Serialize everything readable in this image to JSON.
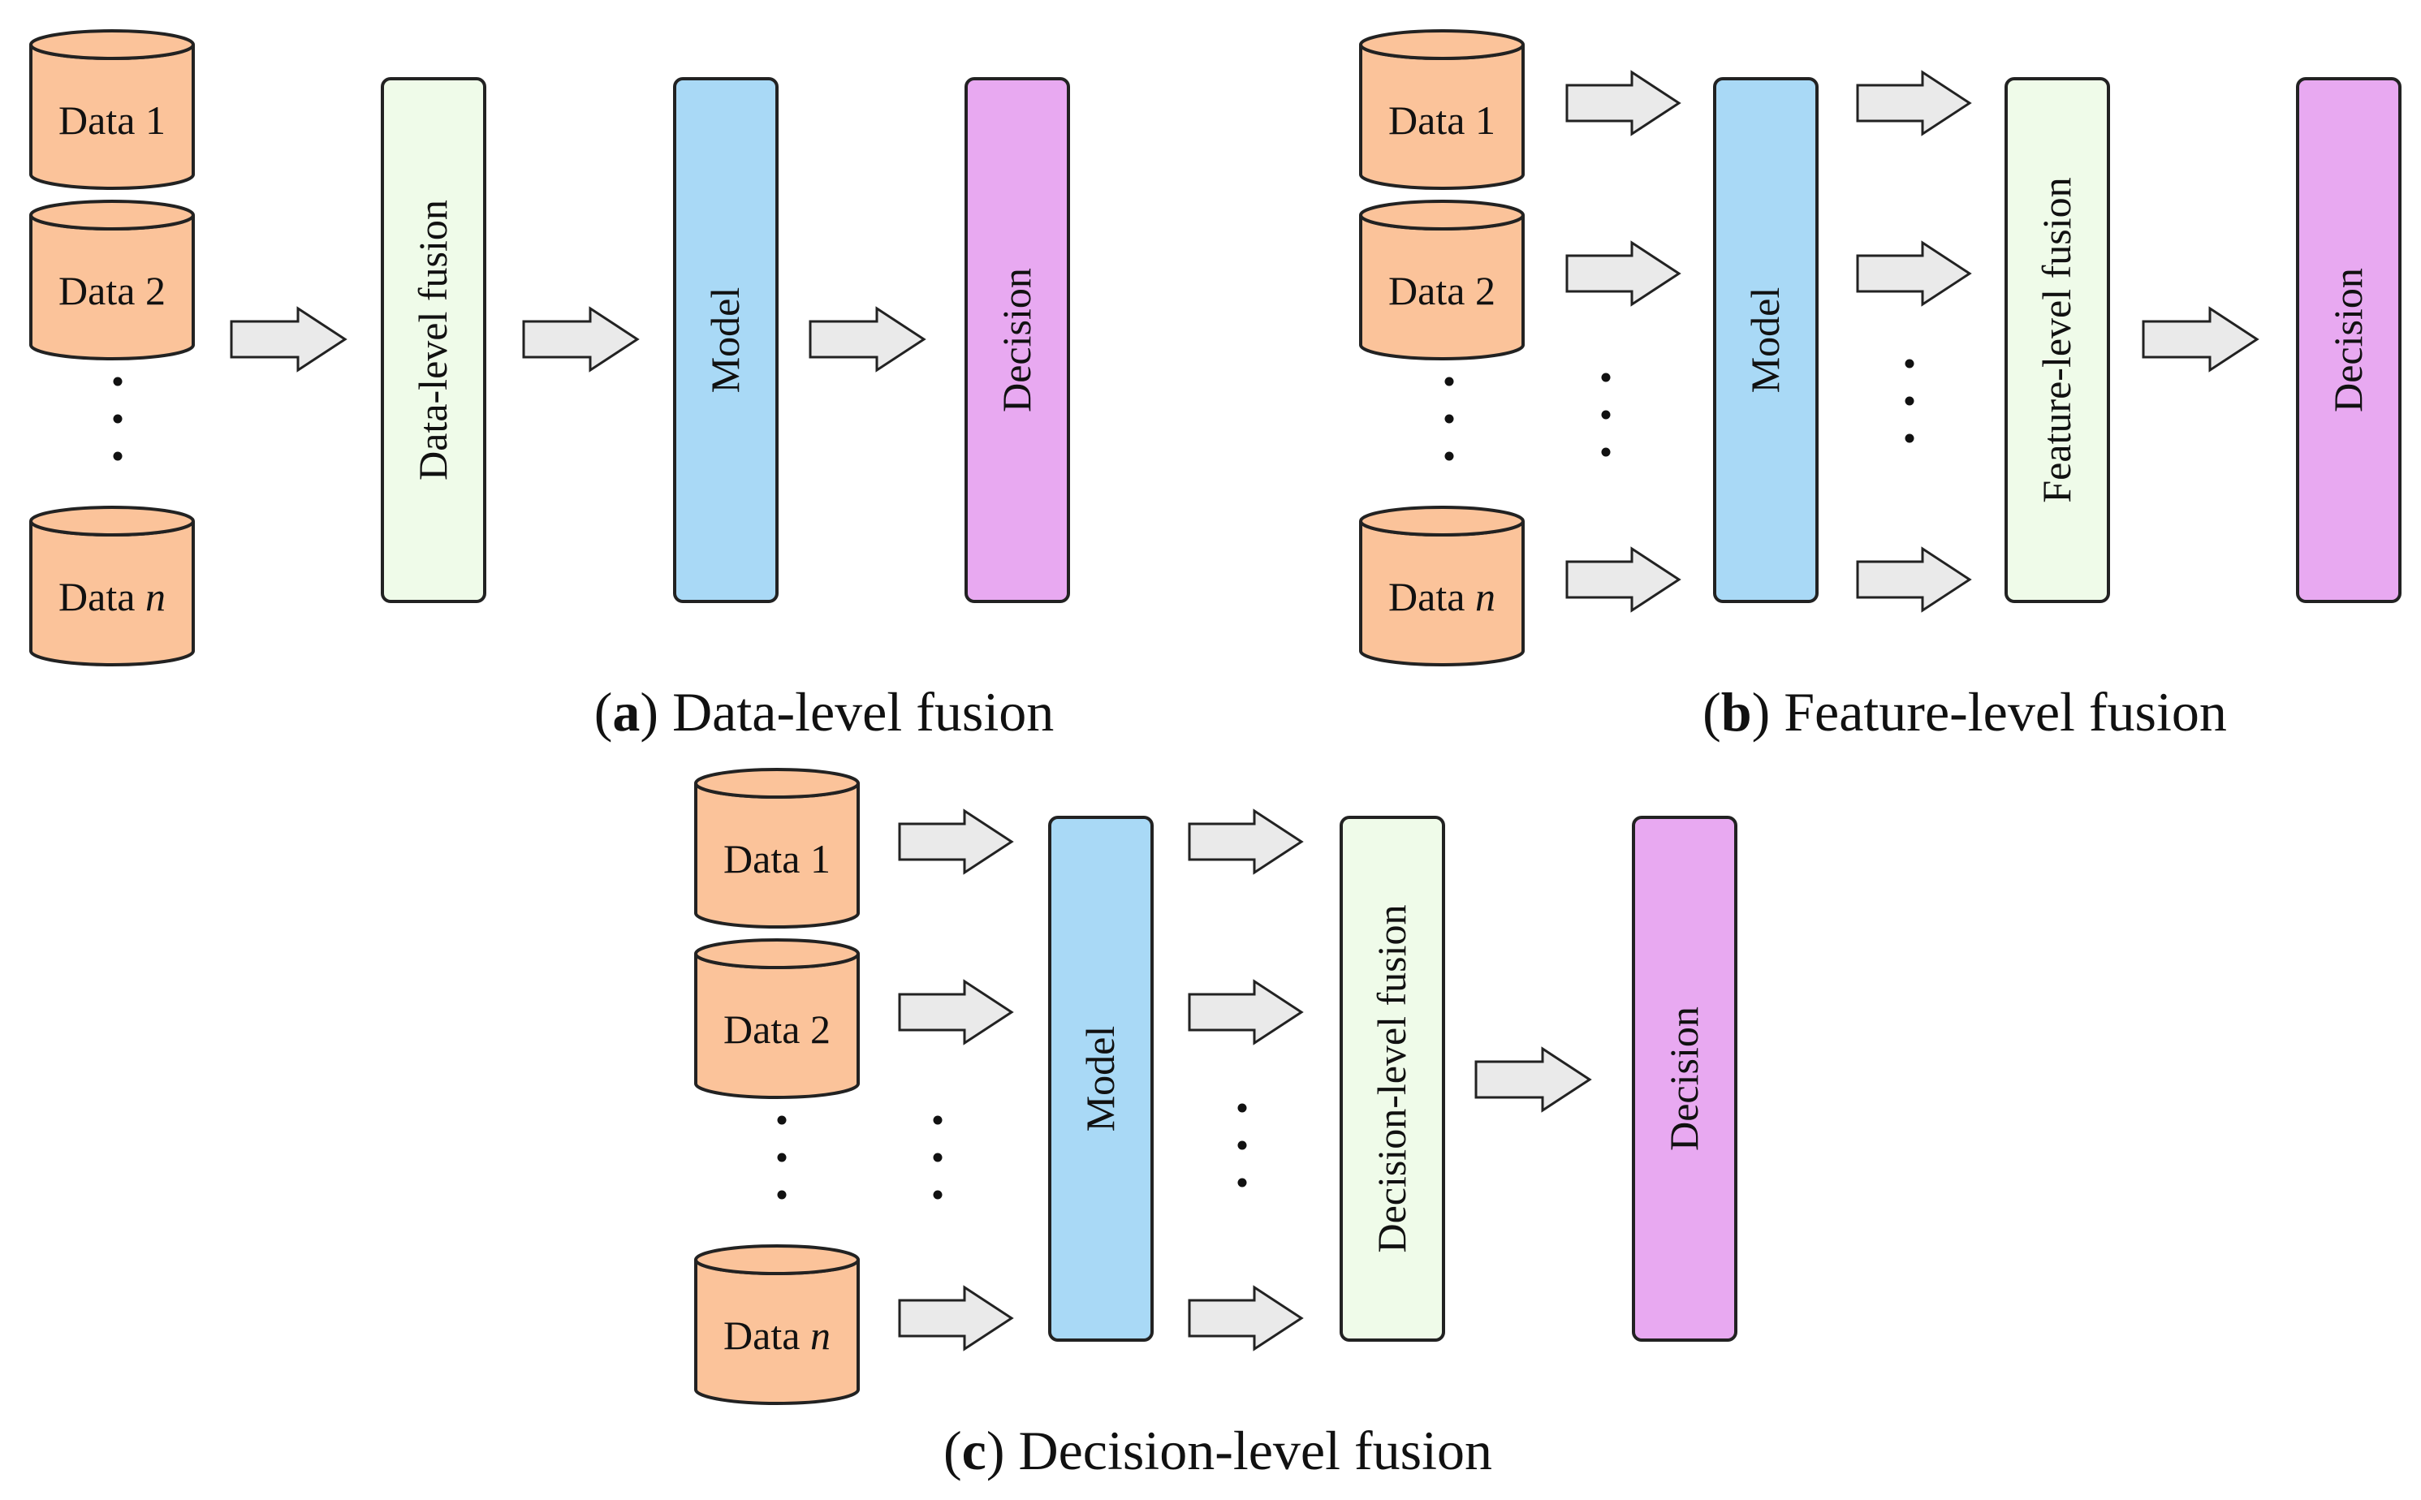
{
  "colors": {
    "cylinder_fill": "#fbc39a",
    "data_fusion_fill": "#effbe9",
    "model_fill": "#a9d9f6",
    "decision_fill": "#e8a9f1",
    "arrow_fill": "#eaeaea",
    "stroke": "#222222"
  },
  "panels": [
    {
      "id": "a",
      "caption_letter": "a",
      "caption_text": "Data-level fusion",
      "inputs": [
        {
          "label": "Data",
          "index": "1",
          "italic_index": false
        },
        {
          "label": "Data",
          "index": "2",
          "italic_index": false
        },
        {
          "label": "Data",
          "index": "n",
          "italic_index": true
        }
      ],
      "blocks": [
        {
          "label": "Data-level fusion",
          "kind": "fusion"
        },
        {
          "label": "Model",
          "kind": "model"
        },
        {
          "label": "Decision",
          "kind": "decision"
        }
      ]
    },
    {
      "id": "b",
      "caption_letter": "b",
      "caption_text": "Feature-level fusion",
      "inputs": [
        {
          "label": "Data",
          "index": "1",
          "italic_index": false
        },
        {
          "label": "Data",
          "index": "2",
          "italic_index": false
        },
        {
          "label": "Data",
          "index": "n",
          "italic_index": true
        }
      ],
      "blocks": [
        {
          "label": "Model",
          "kind": "model"
        },
        {
          "label": "Feature-level fusion",
          "kind": "fusion"
        },
        {
          "label": "Decision",
          "kind": "decision"
        }
      ]
    },
    {
      "id": "c",
      "caption_letter": "c",
      "caption_text": "Decision-level fusion",
      "inputs": [
        {
          "label": "Data",
          "index": "1",
          "italic_index": false
        },
        {
          "label": "Data",
          "index": "2",
          "italic_index": false
        },
        {
          "label": "Data",
          "index": "n",
          "italic_index": true
        }
      ],
      "blocks": [
        {
          "label": "Model",
          "kind": "model"
        },
        {
          "label": "Decision-level fusion",
          "kind": "fusion"
        },
        {
          "label": "Decision",
          "kind": "decision"
        }
      ]
    }
  ]
}
